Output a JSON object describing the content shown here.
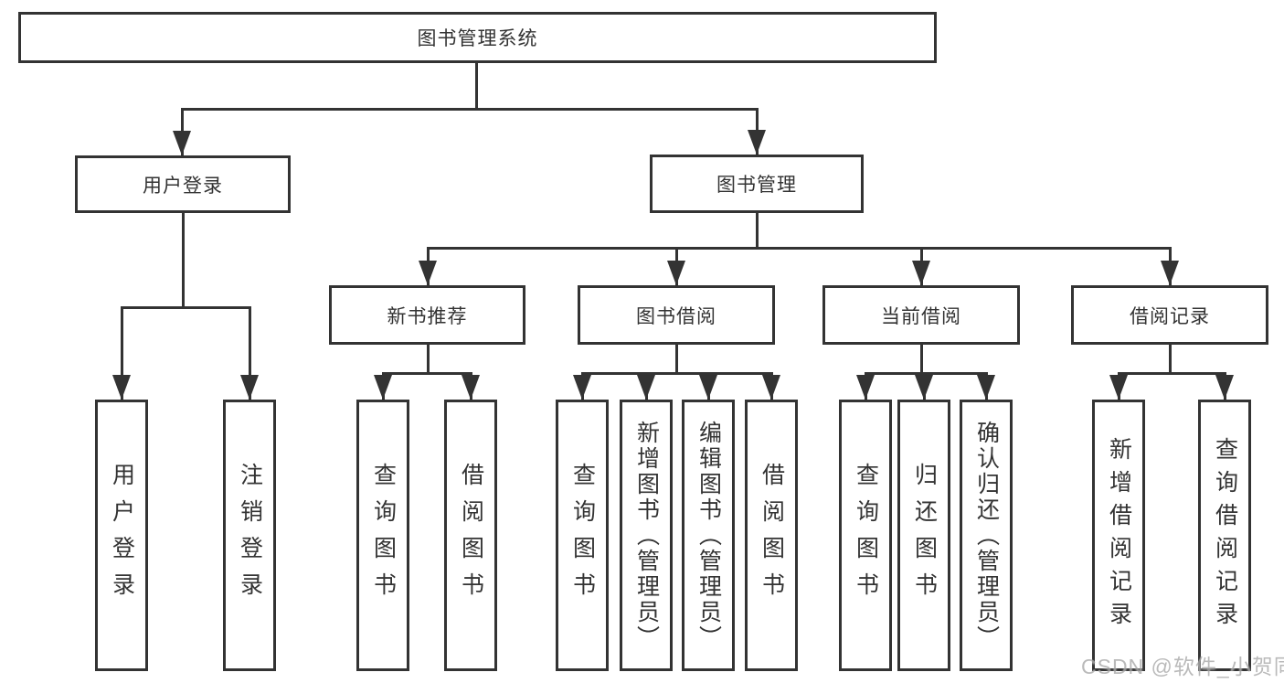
{
  "diagram": {
    "root": {
      "label": "图书管理系统"
    },
    "level2": [
      {
        "id": "user-login",
        "label": "用户登录"
      },
      {
        "id": "book-management",
        "label": "图书管理"
      }
    ],
    "level3": [
      {
        "id": "new-book-recommend",
        "label": "新书推荐"
      },
      {
        "id": "book-borrow",
        "label": "图书借阅"
      },
      {
        "id": "current-borrow",
        "label": "当前借阅"
      },
      {
        "id": "borrow-record",
        "label": "借阅记录"
      }
    ],
    "leaves": {
      "user_login": [
        "用户登录",
        "注销登录"
      ],
      "new_book_recommend": [
        "查询图书",
        "借阅图书"
      ],
      "book_borrow": [
        "查询图书",
        "新增图书（管理员）",
        "编辑图书（管理员）",
        "借阅图书"
      ],
      "current_borrow": [
        "查询图书",
        "归还图书",
        "确认归还（管理员）"
      ],
      "borrow_record": [
        "新增借阅记录",
        "查询借阅记录"
      ]
    }
  },
  "watermark": {
    "text": "CSDN @软件_小贺同学"
  },
  "colors": {
    "line": "#333333",
    "text": "#333333",
    "box_background": "#ffffff",
    "page_background": "#ffffff",
    "watermark": "#aaaaaa"
  }
}
